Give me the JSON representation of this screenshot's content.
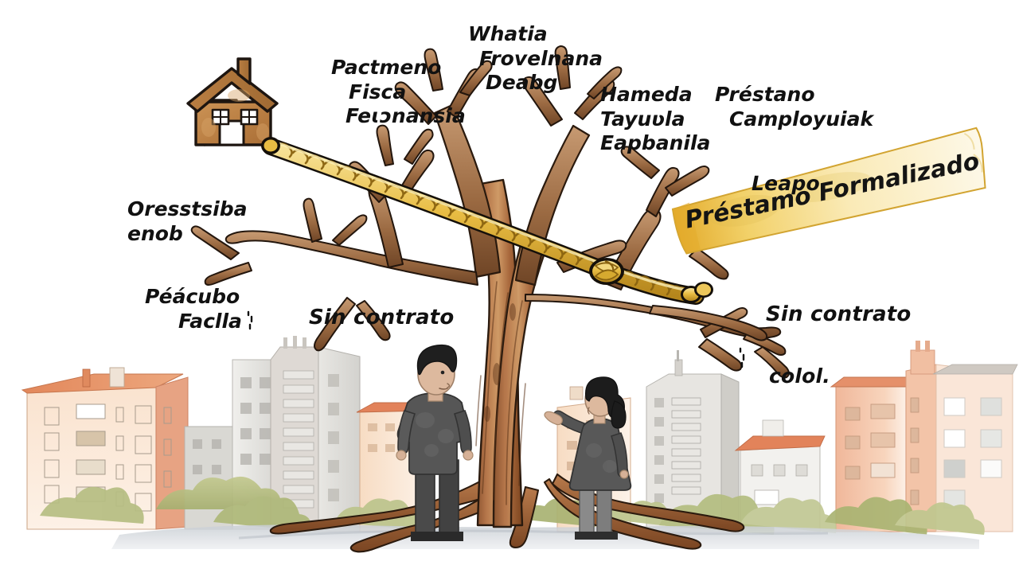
{
  "scene": {
    "title": "Watercolor illustration: bare tree tied with a golden rope, city skyline, two children",
    "background_color": "#ffffff"
  },
  "banner": {
    "text": "Préstamo Formalizado",
    "fill_start": "#e8b53a",
    "fill_end": "#fbf3d6",
    "border_color": "#c99a2e",
    "rotation_deg": -11.5
  },
  "rope": {
    "color_light": "#f6dc86",
    "color_mid": "#e3b63c",
    "color_dark": "#b88a20",
    "outline": "#1a1a1a",
    "has_knot": true
  },
  "house_icon": {
    "name": "house-icon",
    "body_color": "#c08a4e",
    "roof_color": "#b07a3e",
    "outline": "#1f1a16",
    "windows": 2,
    "chimney": true,
    "door": true
  },
  "tree": {
    "trunk_color_light": "#c08a5e",
    "trunk_color_mid": "#9a5f34",
    "trunk_color_dark": "#6d3d1e",
    "outline": "#23160d",
    "branch_count": 8,
    "leafless": true
  },
  "figures": [
    {
      "name": "boy-figure",
      "clothing_color": "#4d4d4d",
      "hair_color": "#1e1e1e",
      "skin_color": "#d9b79a",
      "pose": "standing, looking up"
    },
    {
      "name": "girl-figure",
      "clothing_color": "#4f4f4f",
      "hair_color": "#1b1b1b",
      "skin_color": "#d9b79a",
      "pose": "standing, hand on trunk"
    }
  ],
  "city": {
    "palette": {
      "warm_building": "#f4cdb2",
      "warm_building_light": "#fae3cf",
      "salmon_building": "#f0b79a",
      "roof": "#e08a5e",
      "gray_building": "#e3e2de",
      "gray_building_dark": "#cbcac6",
      "window_stroke": "#9a9a96",
      "bush_green": "#b9c08a",
      "bush_green_dark": "#9aa36a",
      "ground_shadow": "#c6cbd0"
    }
  },
  "labels": {
    "left_branch_top": {
      "lines": [
        "Oresstsiba",
        "enob"
      ],
      "align": "left"
    },
    "left_branch_bottom": {
      "lines": [
        "Péácubo",
        "Faclla"
      ],
      "align": "left"
    },
    "left_mid": {
      "lines": [
        "Pactmeno",
        "Fisca",
        "Feɩɔnansia"
      ],
      "align": "left"
    },
    "center_top": {
      "lines": [
        "Whatia",
        "Frovelnana",
        "Deabg"
      ],
      "align": "left"
    },
    "right_upper": {
      "lines": [
        "Hameda",
        "Tayuʋla",
        "Eapbanila"
      ],
      "align": "left"
    },
    "right_top": {
      "lines": [
        "Préstano",
        "Camployuiak"
      ],
      "align": "left"
    },
    "leapo": {
      "text": "Leapo"
    },
    "sin_contrato_left": {
      "text": "Sin contrato"
    },
    "sin_contrato_right": {
      "text": "Sin contrato"
    },
    "colol": {
      "text": "colol."
    }
  }
}
